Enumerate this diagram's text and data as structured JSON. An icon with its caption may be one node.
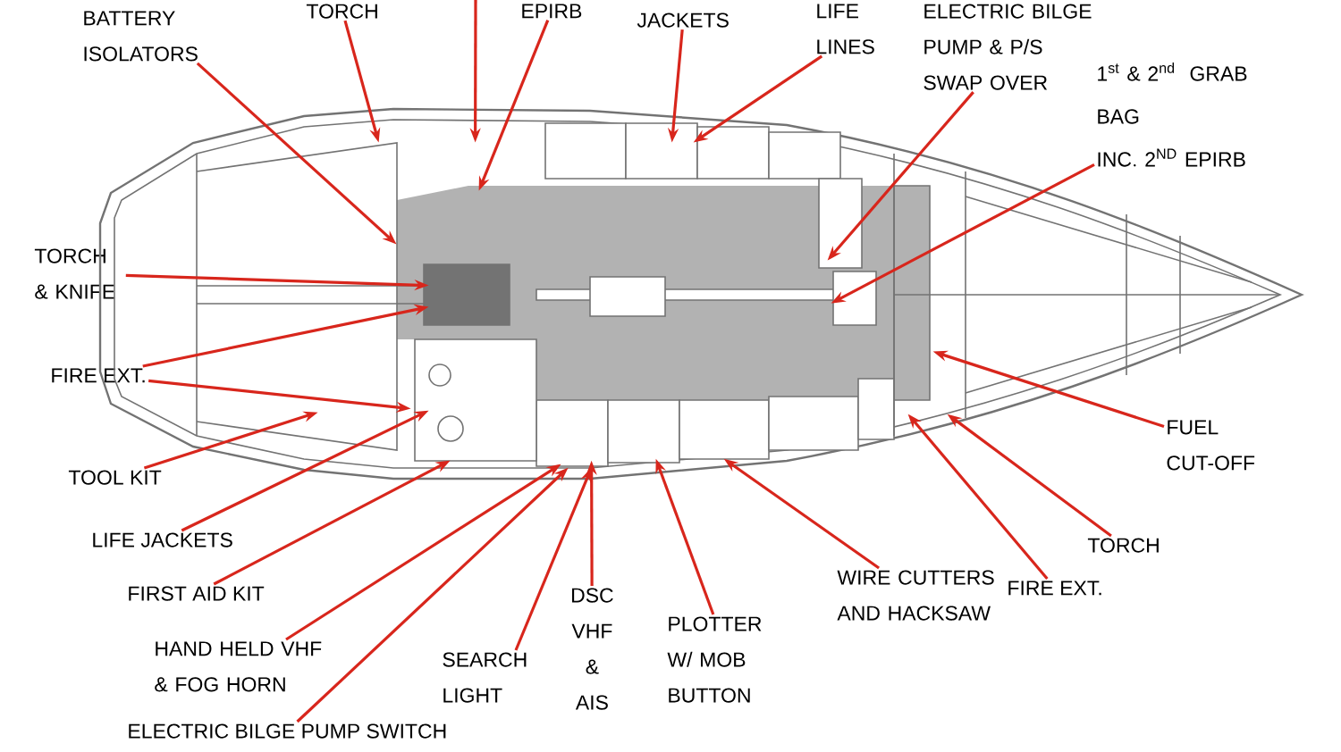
{
  "diagram": {
    "nodes": [
      {
        "text": [
          "TORCH"
        ]
      },
      {
        "text": [
          "EPIRB"
        ]
      },
      {
        "text": [
          "BATTERY ISOLATORS"
        ]
      },
      {
        "text": [
          "JACKETS"
        ]
      },
      {
        "text": [
          "LIFE LINES"
        ]
      },
      {
        "text": [
          "ELECTRIC BILGE PUMP & P/S SWAP OVER"
        ]
      },
      {
        "text": [
          "\\begin{array}{@{}l@{}}\\mathrm{1}^{\\mathrm{st}}\\ \\&\\ \\mathrm{2}^{\\mathrm{nd}}\\ \\ \\mathrm{GRAB}\\\\[4pt] \\mathrm{BAG}\\\\[4pt] \\mathrm{INC.}\\ \\mathrm{2}^{\\mathrm{ND}}\\ \\mathrm{EPIRB}\\end{array}"
        ]
      },
      {
        "text": [
          "TORCH & KNIFE"
        ]
      },
      {
        "text": [
          "FIRE EXT."
        ]
      },
      {
        "text": [
          "TOOL KIT"
        ]
      },
      {
        "text": [
          "LIFE JACKETS"
        ]
      },
      {
        "text": [
          "FIRST AID KIT"
        ]
      },
      {
        "text": [
          "HAND HELD VHF & FOG HORN"
        ]
      },
      {
        "text": [
          "ELECTRIC BILGE PUMP SWITCH"
        ]
      },
      {
        "text": [
          "SEARCH LIGHT"
        ]
      },
      {
        "text": [
          "DSC VHF & AIS"
        ]
      },
      {
        "text": [
          "PLOTTER W/ MOB BUTTON"
        ]
      },
      {
        "text": [
          "WIRE CUTTERS AND HACKSAW"
        ]
      },
      {
        "text": [
          "FIRE EXT."
        ]
      },
      {
        "text": [
          "TORCH"
        ]
      },
      {
        "text": [
          "FUEL CUT-OFF"
        ]
      },
      {
        "text": [],
        "shape": "picture"
      }
    ],
    "edges": [
      {
        "from": 0,
        "to": 21,
        "arrow": "to"
      },
      {
        "from": null,
        "to": 21,
        "arrow": "to"
      },
      {
        "from": 1,
        "to": 21,
        "arrow": "to"
      },
      {
        "from": 2,
        "to": 21,
        "arrow": "to"
      },
      {
        "from": 3,
        "to": 21,
        "arrow": "to"
      },
      {
        "from": 4,
        "to": 21,
        "arrow": "to"
      },
      {
        "from": 5,
        "to": 21,
        "arrow": "to"
      },
      {
        "from": 6,
        "to": 21,
        "arrow": "to"
      },
      {
        "from": 7,
        "to": 21,
        "arrow": "to"
      },
      {
        "from": 8,
        "to": 21,
        "arrow": "to"
      },
      {
        "from": 8,
        "to": 21,
        "arrow": "to"
      },
      {
        "from": 9,
        "to": 21,
        "arrow": "to"
      },
      {
        "from": 10,
        "to": 21,
        "arrow": "to"
      },
      {
        "from": 11,
        "to": 21,
        "arrow": "to"
      },
      {
        "from": 12,
        "to": 21,
        "arrow": "to"
      },
      {
        "from": 13,
        "to": 21,
        "arrow": "to"
      },
      {
        "from": 14,
        "to": 21,
        "arrow": "to"
      },
      {
        "from": 15,
        "to": 21,
        "arrow": "to"
      },
      {
        "from": 16,
        "to": 21,
        "arrow": "to"
      },
      {
        "from": 17,
        "to": 21,
        "arrow": "to"
      },
      {
        "from": 18,
        "to": 21,
        "arrow": "to"
      },
      {
        "from": 19,
        "to": 21,
        "arrow": "to"
      },
      {
        "from": 20,
        "to": 21,
        "arrow": "to"
      }
    ]
  }
}
